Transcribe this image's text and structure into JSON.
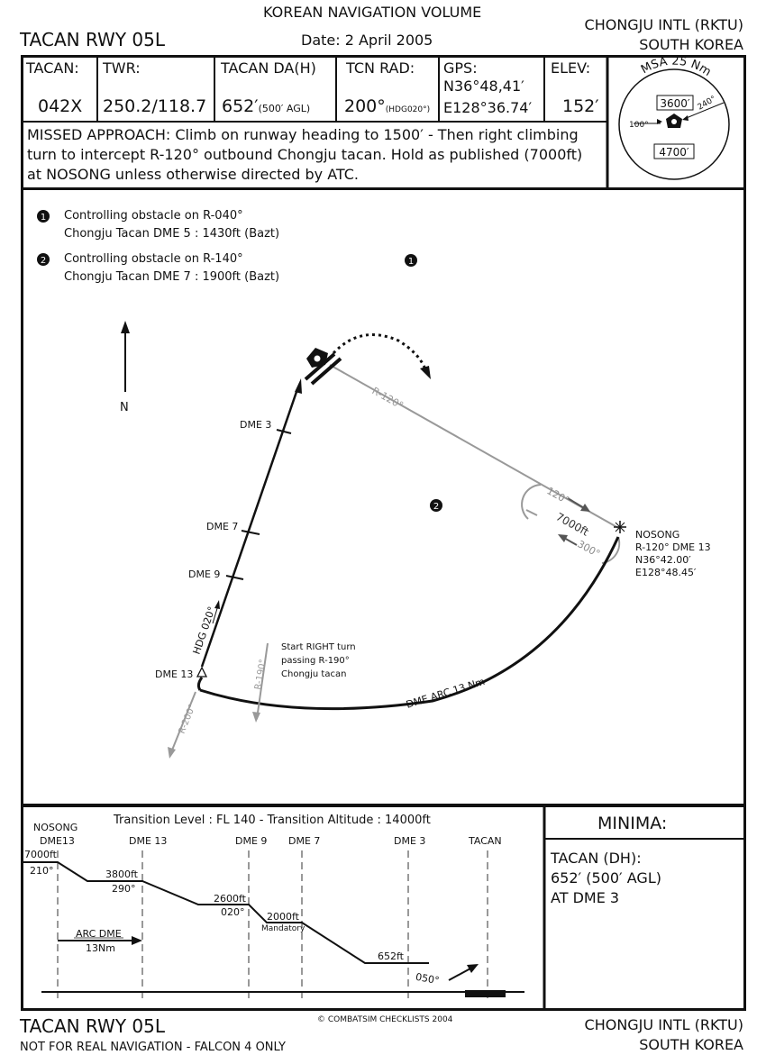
{
  "header": {
    "volume": "KOREAN NAVIGATION VOLUME",
    "procedure": "TACAN RWY 05L",
    "date": "Date: 2 April 2005",
    "airport": "CHONGJU INTL (RKTU)",
    "country": "SOUTH KOREA"
  },
  "info": {
    "tacan_label": "TACAN:",
    "tacan_value": "042X",
    "twr_label": "TWR:",
    "twr_value": "250.2/118.7",
    "da_label": "TACAN DA(H)",
    "da_value": "652′",
    "da_sub": "(500′ AGL)",
    "rad_label": "TCN RAD:",
    "rad_value": "200°",
    "rad_sub": "(HDG020°)",
    "gps_label": "GPS:",
    "gps_lat": "N36°48,41′",
    "gps_lon": "E128°36.74′",
    "elev_label": "ELEV:",
    "elev_value": "152′"
  },
  "msa": {
    "title": "MSA 25 Nm",
    "alt_north": "3600′",
    "alt_south": "4700′",
    "bearing_left": "100°",
    "bearing_right": "240°"
  },
  "missed_approach": [
    "MISSED APPROACH: Climb on runway heading to 1500′ - Then right climbing",
    "turn to intercept R-120° outbound Chongju tacan.  Hold as published (7000ft)",
    "at NOSONG unless otherwise directed by ATC."
  ],
  "plan": {
    "obstacles": [
      {
        "marker": "1",
        "line1": "Controlling obstacle on R-040°",
        "line2": "Chongju Tacan DME 5 : 1430ft (Bazt)"
      },
      {
        "marker": "2",
        "line1": "Controlling obstacle on R-140°",
        "line2": "Chongju Tacan DME 7 : 1900ft (Bazt)"
      }
    ],
    "north": "N",
    "dme_labels": [
      "DME 3",
      "DME 7",
      "DME 9",
      "DME 13"
    ],
    "radial_120": "R-120°",
    "radial_190": "R-190°",
    "radial_200": "R-200°",
    "hdg": "HDG 020°",
    "hold_in": "120°",
    "hold_out": "300°",
    "hold_alt": "7000ft",
    "arc": "DME ARC 13 Nm",
    "turn_note": [
      "Start RIGHT turn",
      "passing R-190°",
      "Chongju tacan"
    ],
    "nosong": [
      "NOSONG",
      "R-120° DME 13",
      "N36°42.00′",
      "E128°48.45′"
    ]
  },
  "profile": {
    "transition": "Transition Level : FL 140  -  Transition Altitude : 14000ft",
    "fix_nosong": "NOSONG",
    "fixes": [
      "DME13",
      "DME 13",
      "DME 9",
      "DME 7",
      "DME 3",
      "TACAN"
    ],
    "alts": [
      "7000ft",
      "3800ft",
      "2600ft",
      "2000ft",
      "652ft"
    ],
    "courses": [
      "210°",
      "290°",
      "020°",
      "050°"
    ],
    "mandatory": "Mandatory",
    "arc_label": "ARC DME",
    "arc_dist": "13Nm"
  },
  "minima": {
    "title": "MINIMA:",
    "lines": [
      "TACAN (DH):",
      "652′ (500′ AGL)",
      "AT DME 3"
    ]
  },
  "footer": {
    "procedure": "TACAN RWY 05L",
    "disclaimer": "NOT FOR REAL NAVIGATION - FALCON 4 ONLY",
    "copyright": "© COMBATSIM CHECKLISTS 2004",
    "airport": "CHONGJU INTL (RKTU)",
    "country": "SOUTH KOREA"
  }
}
